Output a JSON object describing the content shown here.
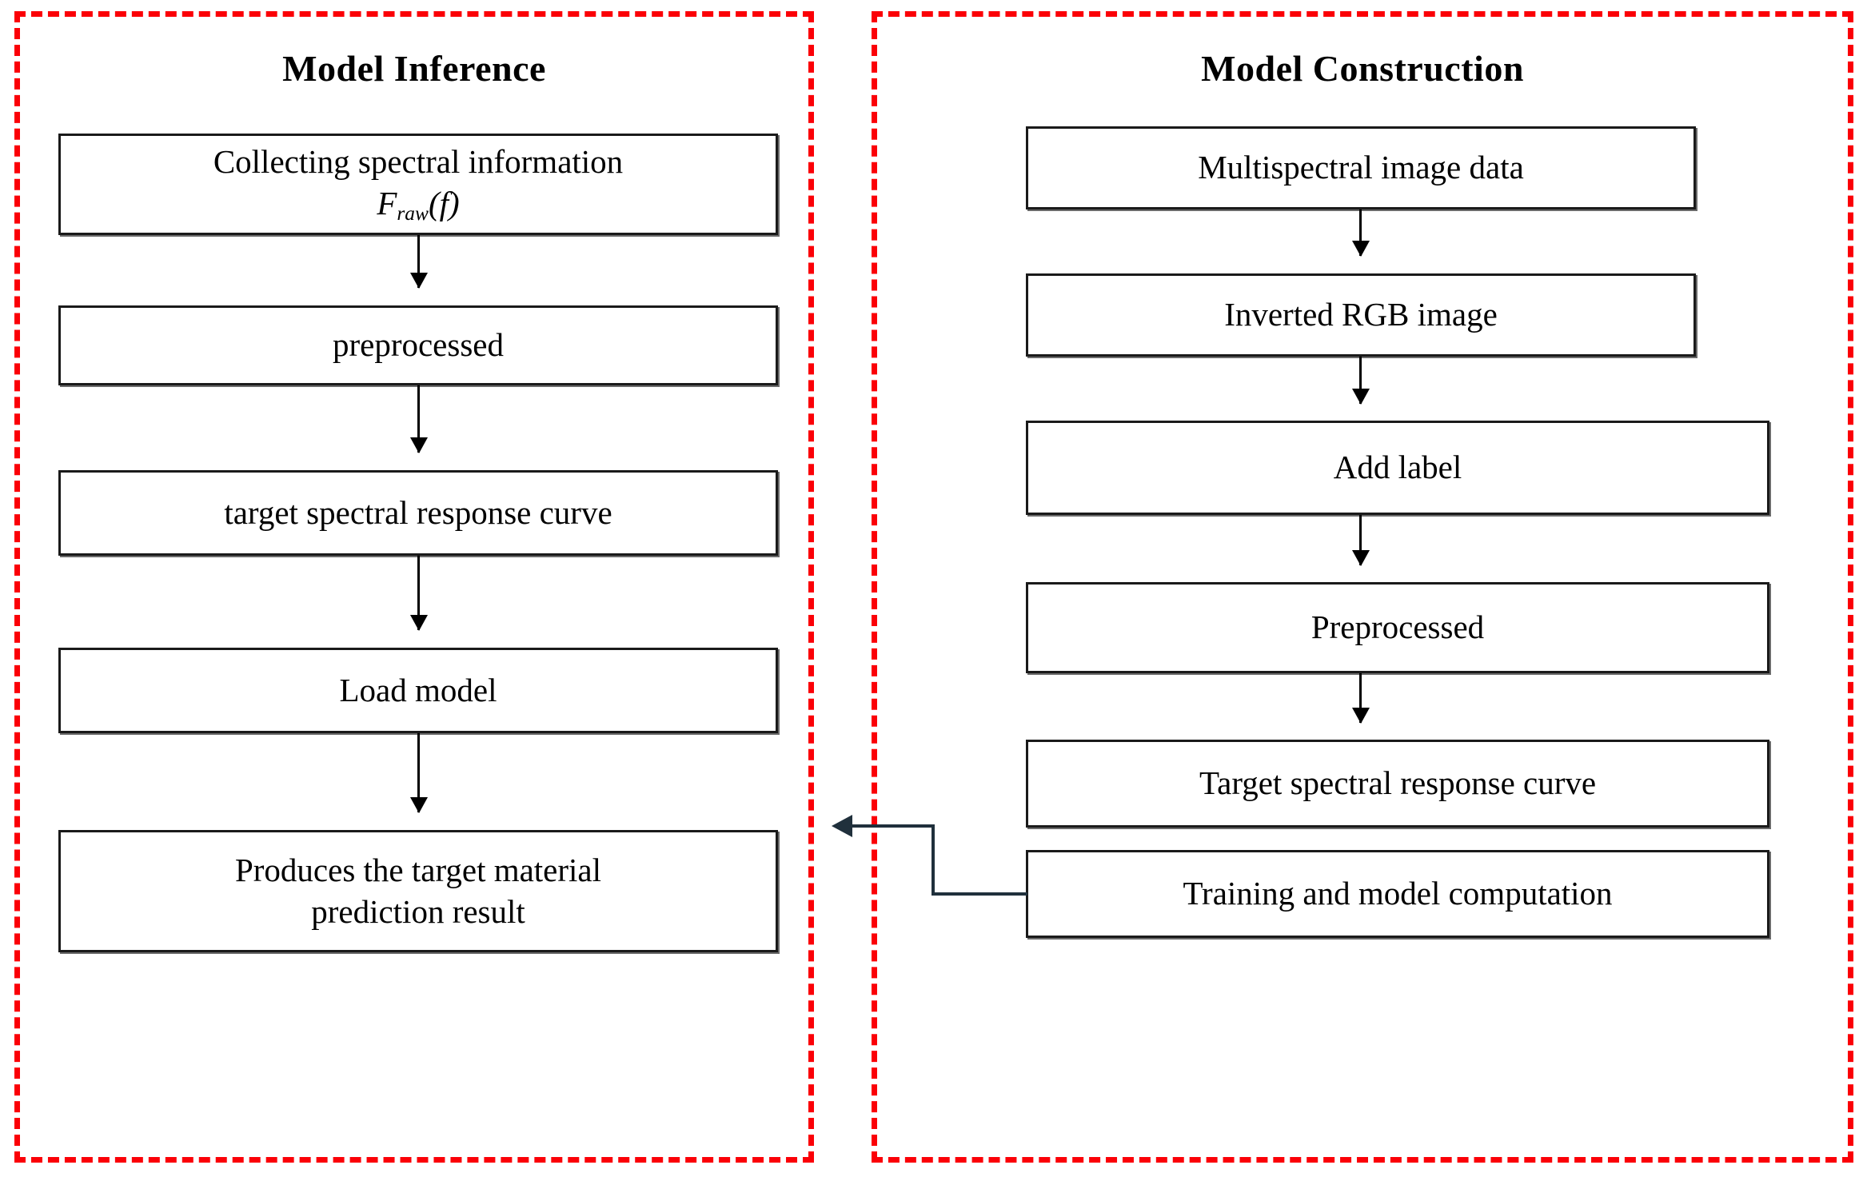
{
  "diagram": {
    "title_left": "Model Inference",
    "title_right": "Model Construction",
    "border_color": "#fb0007",
    "box_border_color": "#1a1a1a",
    "connector_color": "#000000",
    "feedback_connector_color": "#20303c"
  },
  "left_panel": {
    "title": "Model Inference",
    "nodes": [
      {
        "id": "collecting",
        "line1": "Collecting spectral information",
        "formula_base": "F",
        "formula_sub": "raw",
        "formula_arg": "(f)"
      },
      {
        "id": "preprocessed",
        "label": "preprocessed"
      },
      {
        "id": "target-curve",
        "label": "target spectral response curve"
      },
      {
        "id": "load-model",
        "label": "Load model"
      },
      {
        "id": "prediction",
        "line1": "Produces the target material",
        "line2": "prediction result"
      }
    ]
  },
  "right_panel": {
    "title": "Model Construction",
    "nodes": [
      {
        "id": "multispectral",
        "label": "Multispectral image data"
      },
      {
        "id": "inverted-rgb",
        "label": "Inverted RGB image"
      },
      {
        "id": "add-label",
        "label": "Add label"
      },
      {
        "id": "preprocessed",
        "label": "Preprocessed"
      },
      {
        "id": "target-curve",
        "label": "Target spectral response curve"
      },
      {
        "id": "training",
        "label": "Training and model computation"
      }
    ]
  },
  "flow": {
    "left_edges": [
      {
        "from": "collecting",
        "to": "preprocessed"
      },
      {
        "from": "preprocessed",
        "to": "target-curve"
      },
      {
        "from": "target-curve",
        "to": "load-model"
      },
      {
        "from": "load-model",
        "to": "prediction"
      }
    ],
    "right_edges": [
      {
        "from": "multispectral",
        "to": "inverted-rgb"
      },
      {
        "from": "inverted-rgb",
        "to": "add-label"
      },
      {
        "from": "add-label",
        "to": "preprocessed"
      },
      {
        "from": "preprocessed",
        "to": "target-curve"
      }
    ],
    "cross_edges": [
      {
        "from": "training",
        "to": "load-model",
        "style": "elbow",
        "direction": "right-to-left"
      }
    ]
  }
}
